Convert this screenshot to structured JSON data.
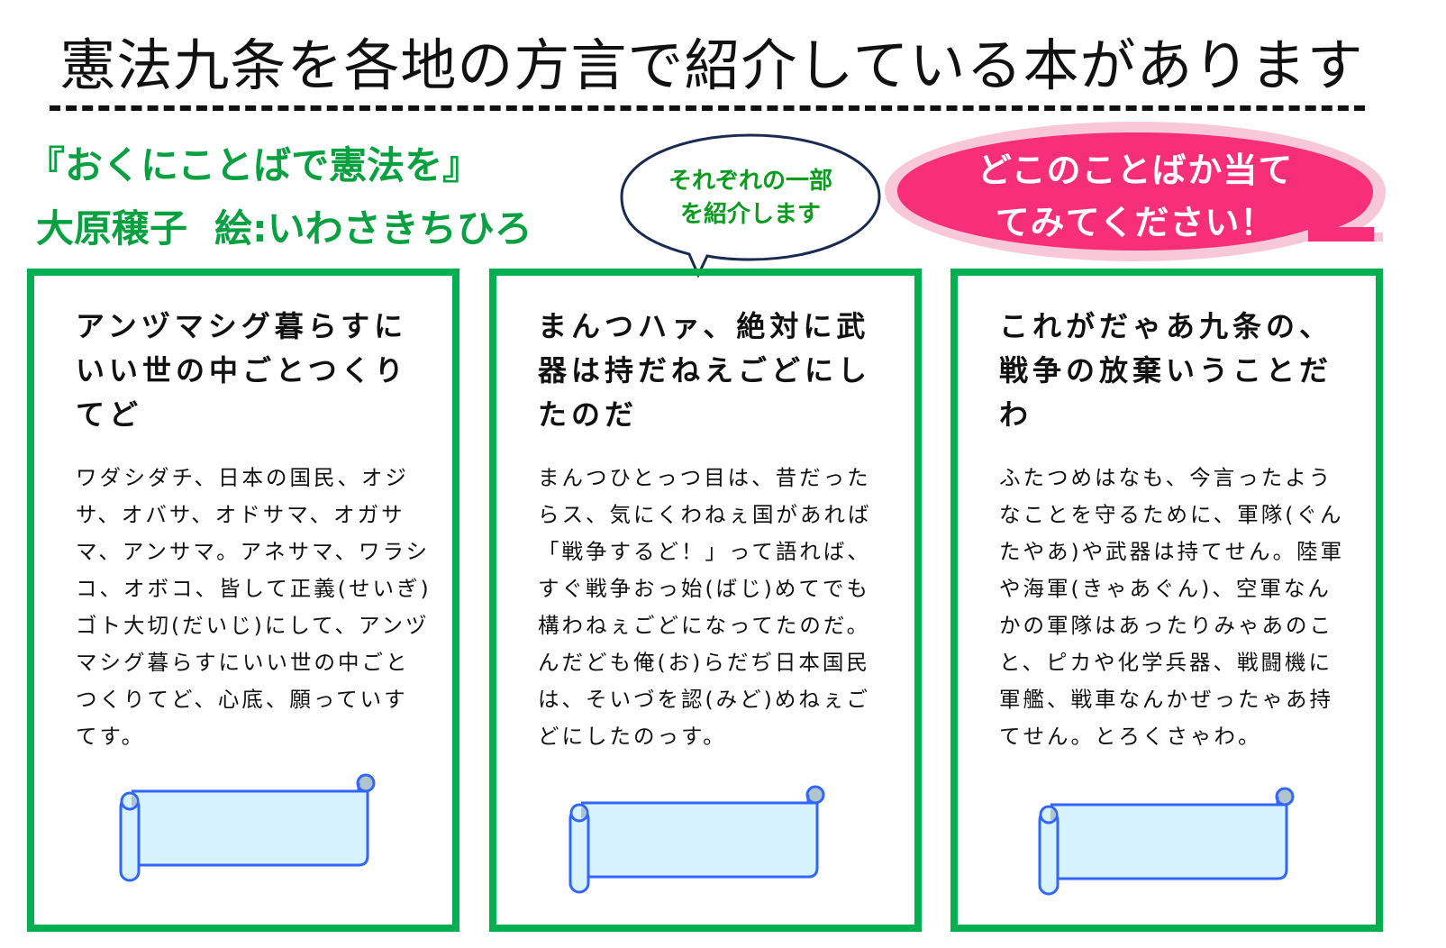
{
  "header": {
    "title": "憲法九条を各地の方言で紹介している本があります"
  },
  "book": {
    "title": "『おくにことばで憲法を』",
    "author": "大原穣子",
    "illustrator": "絵:いわさきちひろ"
  },
  "callouts": {
    "speech": [
      "それぞれの一部",
      "を紹介します"
    ],
    "quiz": [
      "どこのことばか当て",
      "てみてください！"
    ]
  },
  "colors": {
    "green": "#00b050",
    "pink": "#f72e78",
    "pink_border": "#f9c8d8",
    "scroll_fill": "#d6f3ff",
    "scroll_stroke": "#3366ff"
  },
  "cards": [
    {
      "heading": "アンヅマシグ暮らすにいい世の中ごとつくりてど",
      "body": "ワダシダチ、日本の国民、オジサ、オバサ、オドサマ、オガサマ、アンサマ。アネサマ、ワラシコ、オボコ、皆して正義(せいぎ)ゴト大切(だいじ)にして、アンヅマシグ暮らすにいい世の中ごとつくりてど、心底、願っていすてす。"
    },
    {
      "heading": "まんつハァ、絶対に武器は持だねえごどにしたのだ",
      "body": "まんつひとっつ目は、昔だったらス、気にくわねぇ国があれば「戦争するど！」って語れば、すぐ戦争おっ始(ばじ)めてでも構わねぇごどになってたのだ。んだども俺(お)らだぢ日本国民は、そいづを認(みど)めねぇごどにしたのっす。"
    },
    {
      "heading": "これがだゃあ九条の、戦争の放棄いうことだわ",
      "body": "ふたつめはなも、今言ったようなことを守るために、軍隊(ぐんたやあ)や武器は持てせん。陸軍や海軍(きゃあぐん)、空軍なんかの軍隊はあったりみゃあのこと、ピカや化学兵器、戦闘機に軍艦、戦車なんかぜったゃあ持てせん。とろくさゃわ。"
    }
  ]
}
